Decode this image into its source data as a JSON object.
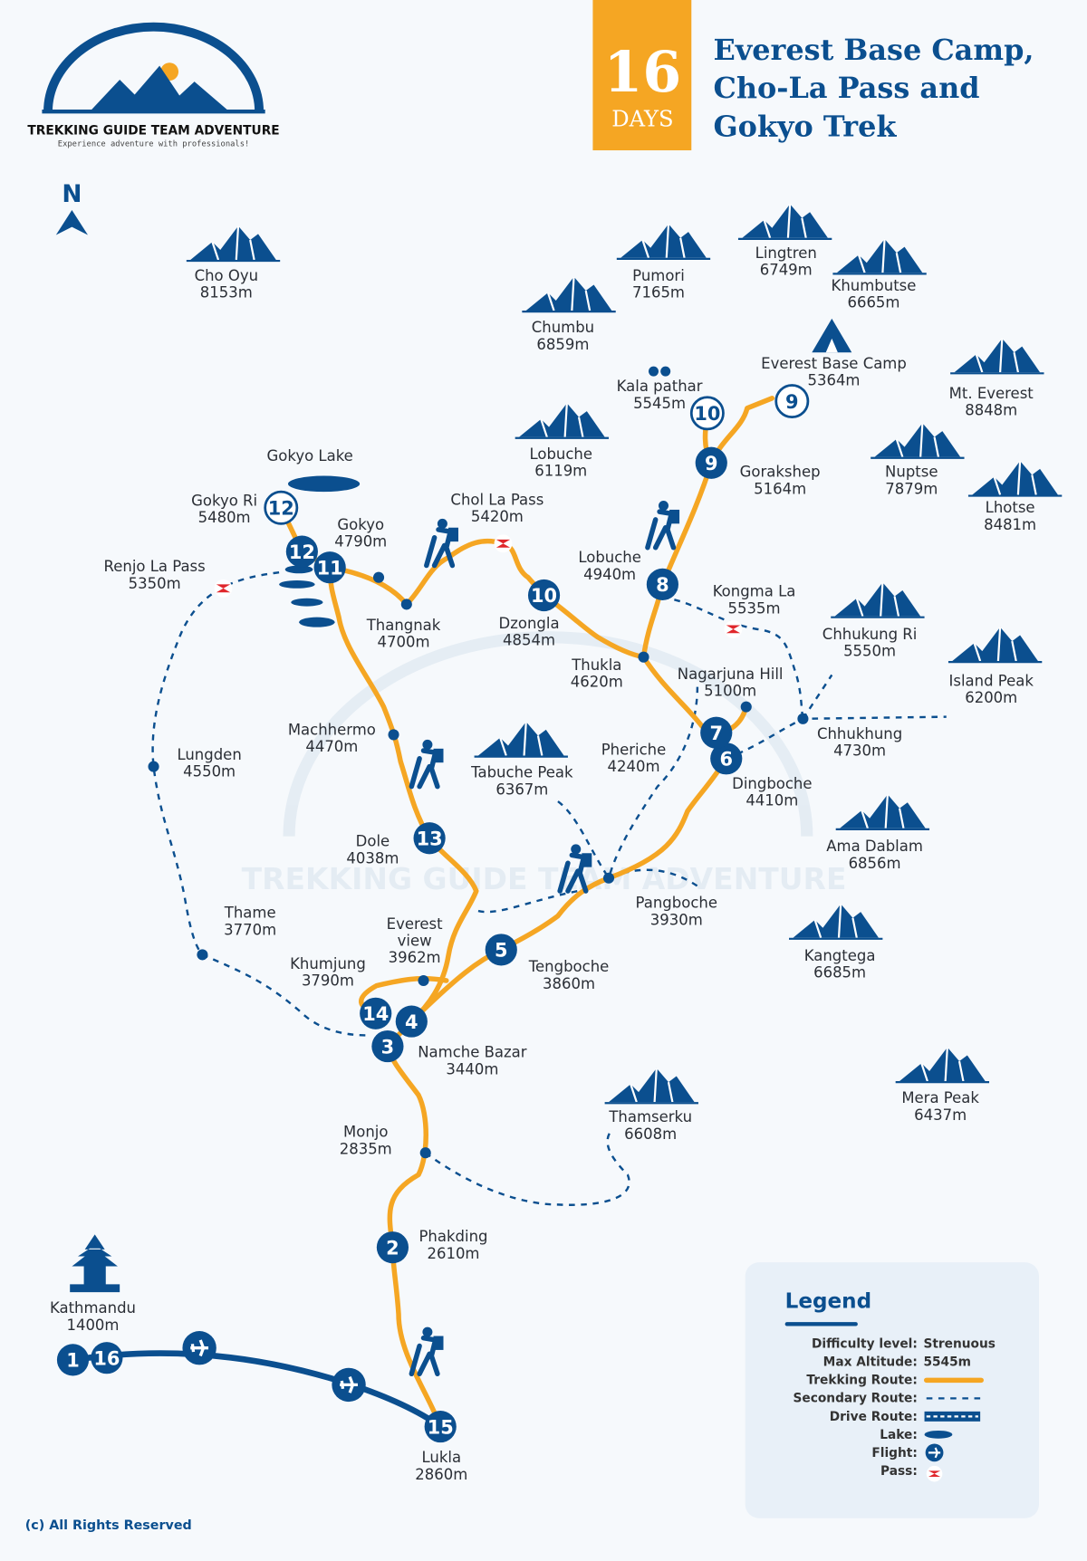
{
  "header": {
    "logo_name": "TREKKING GUIDE TEAM ADVENTURE",
    "logo_tagline": "Experience adventure with professionals!",
    "days_number": "16",
    "days_label": "DAYS",
    "title_lines": [
      "Everest Base Camp,",
      "Cho-La Pass and",
      "Gokyo Trek"
    ]
  },
  "north_label": "N",
  "colors": {
    "primary": "#0b4f8f",
    "route": "#f5a623",
    "pass": "#e0262b",
    "legend_bg": "#e8f0f8"
  },
  "peaks": [
    {
      "name": "Cho Oyu",
      "alt": "8153m"
    },
    {
      "name": "Pumori",
      "alt": "7165m"
    },
    {
      "name": "Lingtren",
      "alt": "6749m"
    },
    {
      "name": "Khumbutse",
      "alt": "6665m"
    },
    {
      "name": "Chumbu",
      "alt": "6859m"
    },
    {
      "name": "Mt. Everest",
      "alt": "8848m"
    },
    {
      "name": "Lobuche",
      "alt": "6119m"
    },
    {
      "name": "Nuptse",
      "alt": "7879m"
    },
    {
      "name": "Lhotse",
      "alt": "8481m"
    },
    {
      "name": "Chhukung Ri",
      "alt": "5550m"
    },
    {
      "name": "Island Peak",
      "alt": "6200m"
    },
    {
      "name": "Tabuche Peak",
      "alt": "6367m"
    },
    {
      "name": "Ama Dablam",
      "alt": "6856m"
    },
    {
      "name": "Kangtega",
      "alt": "6685m"
    },
    {
      "name": "Thamserku",
      "alt": "6608m"
    },
    {
      "name": "Mera Peak",
      "alt": "6437m"
    }
  ],
  "places": [
    {
      "name": "Gokyo Lake",
      "alt": ""
    },
    {
      "name": "Gokyo Ri",
      "alt": "5480m"
    },
    {
      "name": "Chol La Pass",
      "alt": "5420m"
    },
    {
      "name": "Gokyo",
      "alt": "4790m"
    },
    {
      "name": "Renjo La Pass",
      "alt": "5350m"
    },
    {
      "name": "Thangnak",
      "alt": "4700m"
    },
    {
      "name": "Dzongla",
      "alt": "4854m"
    },
    {
      "name": "Lobuche",
      "alt": "4940m"
    },
    {
      "name": "Kongma La",
      "alt": "5535m"
    },
    {
      "name": "Thukla",
      "alt": "4620m"
    },
    {
      "name": "Nagarjuna Hill",
      "alt": "5100m"
    },
    {
      "name": "Kala pathar",
      "alt": "5545m"
    },
    {
      "name": "Everest Base Camp",
      "alt": "5364m"
    },
    {
      "name": "Gorakshep",
      "alt": "5164m"
    },
    {
      "name": "Machhermo",
      "alt": "4470m"
    },
    {
      "name": "Lungden",
      "alt": "4550m"
    },
    {
      "name": "Pheriche",
      "alt": "4240m"
    },
    {
      "name": "Chhukhung",
      "alt": "4730m"
    },
    {
      "name": "Dingboche",
      "alt": "4410m"
    },
    {
      "name": "Dole",
      "alt": "4038m"
    },
    {
      "name": "Pangboche",
      "alt": "3930m"
    },
    {
      "name": "Thame",
      "alt": "3770m"
    },
    {
      "name": "Everest\nview",
      "alt": "3962m"
    },
    {
      "name": "Khumjung",
      "alt": "3790m"
    },
    {
      "name": "Tengboche",
      "alt": "3860m"
    },
    {
      "name": "Namche Bazar",
      "alt": "3440m"
    },
    {
      "name": "Monjo",
      "alt": "2835m"
    },
    {
      "name": "Phakding",
      "alt": "2610m"
    },
    {
      "name": "Kathmandu",
      "alt": "1400m"
    },
    {
      "name": "Lukla",
      "alt": "2860m"
    }
  ],
  "day_markers": [
    "1",
    "16",
    "15",
    "2",
    "3",
    "4",
    "14",
    "5",
    "13",
    "6",
    "7",
    "8",
    "9",
    "10",
    "11",
    "12",
    "12",
    "10",
    "9"
  ],
  "legend": {
    "title": "Legend",
    "rows": [
      {
        "label": "Difficulty level:",
        "value": "Strenuous"
      },
      {
        "label": "Max Altitude:",
        "value": "5545m"
      },
      {
        "label": "Trekking Route:",
        "symbol": "trekking-route"
      },
      {
        "label": "Secondary Route:",
        "symbol": "secondary-route"
      },
      {
        "label": "Drive Route:",
        "symbol": "drive-route"
      },
      {
        "label": "Lake:",
        "symbol": "lake"
      },
      {
        "label": "Flight:",
        "symbol": "flight"
      },
      {
        "label": "Pass:",
        "symbol": "pass"
      }
    ]
  },
  "copyright": "(c) All Rights Reserved"
}
